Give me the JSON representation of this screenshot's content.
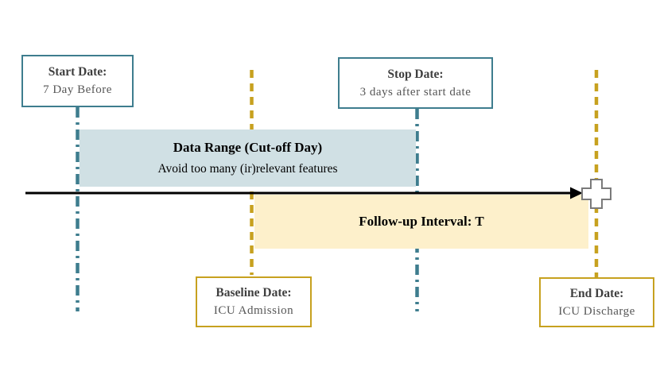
{
  "diagram": {
    "labels": {
      "start_date": {
        "title": "Start Date:",
        "subtitle": "7 Day Before"
      },
      "stop_date": {
        "title": "Stop Date:",
        "subtitle": "3 days after start date"
      },
      "baseline_date": {
        "title": "Baseline Date:",
        "subtitle": "ICU Admission"
      },
      "end_date": {
        "title": "End Date:",
        "subtitle": "ICU Discharge"
      }
    },
    "ranges": {
      "data_range": {
        "title": "Data Range (Cut-off Day)",
        "subtitle": "Avoid too many (ir)relevant features"
      },
      "follow_up": {
        "title": "Follow-up Interval: T"
      }
    },
    "icons": {
      "plus_marker": "plus-marker-icon"
    },
    "colors": {
      "teal": "#3e7d8e",
      "gold": "#c7a11f",
      "data_range_fill": "#d0e0e4",
      "follow_up_fill": "#fdf0cb",
      "timeline_arrow": "#000000",
      "marker_fill": "#ffffff",
      "marker_stroke": "#7a7a7a",
      "label_title_text": "#3f3f3f",
      "label_subtitle_text": "#565656",
      "range_text": "#000000"
    }
  }
}
